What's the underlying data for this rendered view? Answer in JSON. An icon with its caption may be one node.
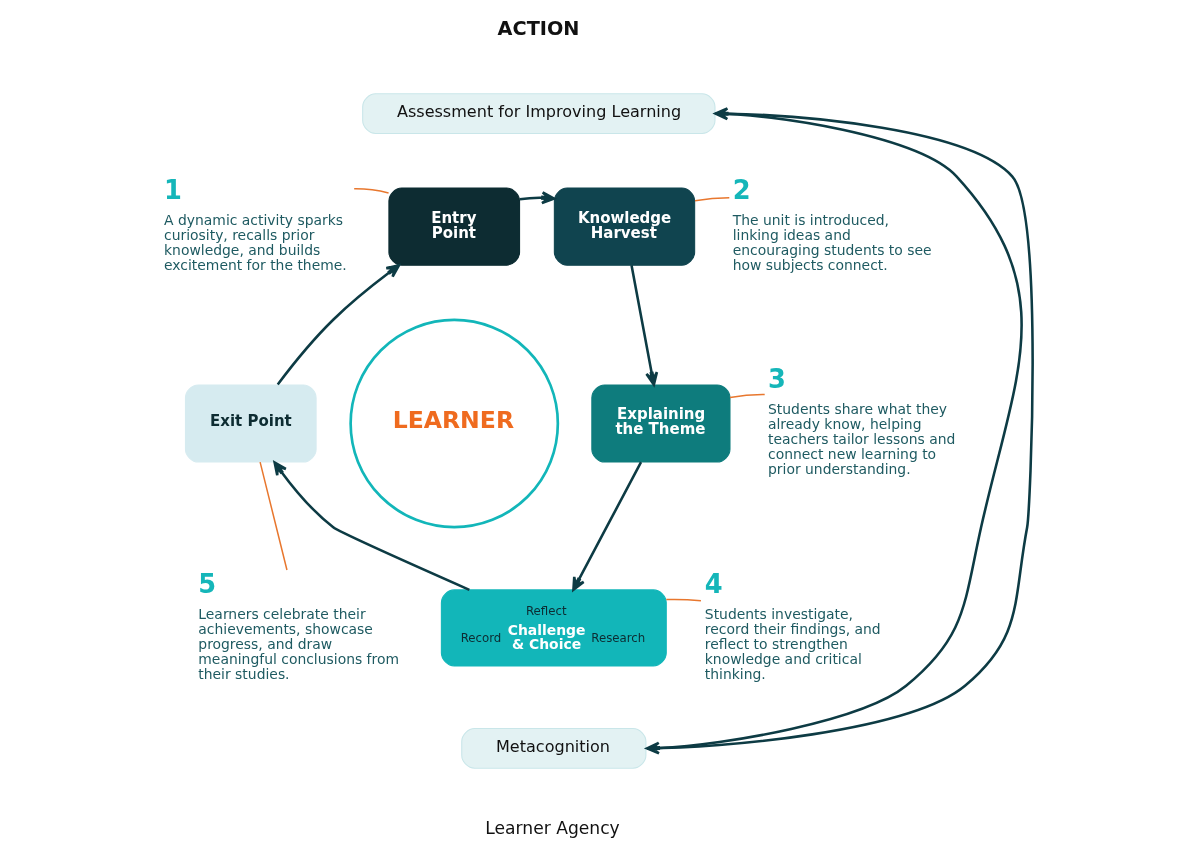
{
  "diagram": {
    "nodes": [
      {
        "text": [
          "Assessment for Improving Learning"
        ]
      },
      {
        "text": [
          "1",
          "A dynamic activity sparks curiosity, recalls prior knowledge, and builds excitement for the theme."
        ]
      },
      {
        "text": [
          "Entry Point"
        ]
      },
      {
        "text": [
          "Knowledge Harvest"
        ]
      },
      {
        "text": [
          "2",
          "The unit is introduced, linking ideas and encouraging students to see how subjects connect."
        ]
      },
      {
        "text": [
          "Exit Point"
        ]
      },
      {
        "text": [
          "LEARNER"
        ]
      },
      {
        "text": [
          "Explaining the Theme"
        ]
      },
      {
        "text": [
          "3",
          "Students share what they already know, helping teachers tailor lessons and connect new learning to prior understanding."
        ]
      },
      {
        "text": [
          "5",
          "Learners celebrate their achievements, showcase progress, and draw meaningful conclusions from their studies."
        ]
      },
      {
        "text": [
          "Reflect",
          "Record",
          "Challenge & Choice",
          "Research"
        ]
      },
      {
        "text": [
          "4",
          "Students investigate, record their findings, and reflect to strengthen knowledge and critical thinking."
        ]
      },
      {
        "text": [
          "Metacognition"
        ]
      }
    ],
    "edges": [
      {
        "from": 2,
        "to": 3,
        "arrow": "to"
      },
      {
        "from": 3,
        "to": 7,
        "arrow": "to"
      },
      {
        "from": 7,
        "to": 10,
        "arrow": "to"
      },
      {
        "from": 10,
        "to": 5,
        "arrow": "to"
      },
      {
        "from": 5,
        "to": 2,
        "arrow": "to"
      },
      {
        "from": 0,
        "to": 12,
        "arrow": "to"
      },
      {
        "from": 12,
        "to": 0,
        "arrow": "to"
      },
      {
        "from": 1,
        "to": 2,
        "arrow": "none",
        "color": "#e8772e"
      },
      {
        "from": 4,
        "to": 3,
        "arrow": "none",
        "color": "#e8772e"
      },
      {
        "from": 8,
        "to": 7,
        "arrow": "none",
        "color": "#e8772e"
      },
      {
        "from": 11,
        "to": 10,
        "arrow": "none",
        "color": "#e8772e"
      },
      {
        "from": 9,
        "to": 5,
        "arrow": "none",
        "color": "#e8772e"
      }
    ],
    "labels": [
      "ACTION",
      "Learner Agency"
    ]
  }
}
